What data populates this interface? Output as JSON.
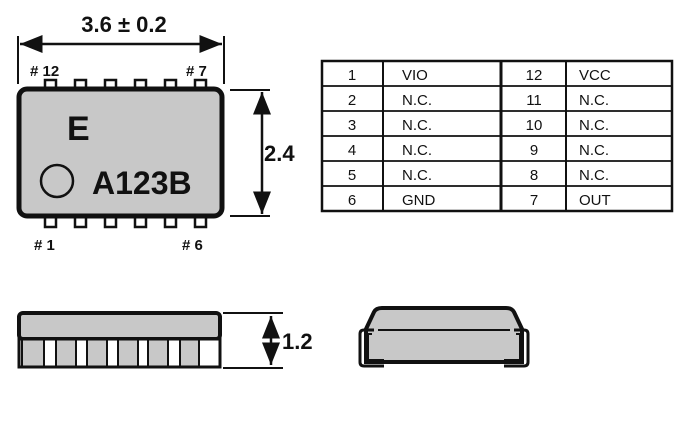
{
  "top_view": {
    "width_dim": "3.6 ± 0.2",
    "height_dim": "2.4",
    "pin_labels": {
      "top_left": "# 12",
      "top_right": "# 7",
      "bottom_left": "# 1",
      "bottom_right": "# 6"
    },
    "marking_line1": "E",
    "marking_line2": "A123B"
  },
  "side_view": {
    "height_dim": "1.2"
  },
  "pin_table": {
    "rows": [
      {
        "left_num": "1",
        "left_name": "VIO",
        "right_num": "12",
        "right_name": "VCC"
      },
      {
        "left_num": "2",
        "left_name": "N.C.",
        "right_num": "11",
        "right_name": "N.C."
      },
      {
        "left_num": "3",
        "left_name": "N.C.",
        "right_num": "10",
        "right_name": "N.C."
      },
      {
        "left_num": "4",
        "left_name": "N.C.",
        "right_num": "9",
        "right_name": "N.C."
      },
      {
        "left_num": "5",
        "left_name": "N.C.",
        "right_num": "8",
        "right_name": "N.C."
      },
      {
        "left_num": "6",
        "left_name": "GND",
        "right_num": "7",
        "right_name": "OUT"
      }
    ]
  },
  "colors": {
    "body_fill": "#c8c8c8",
    "outline": "#111111"
  }
}
